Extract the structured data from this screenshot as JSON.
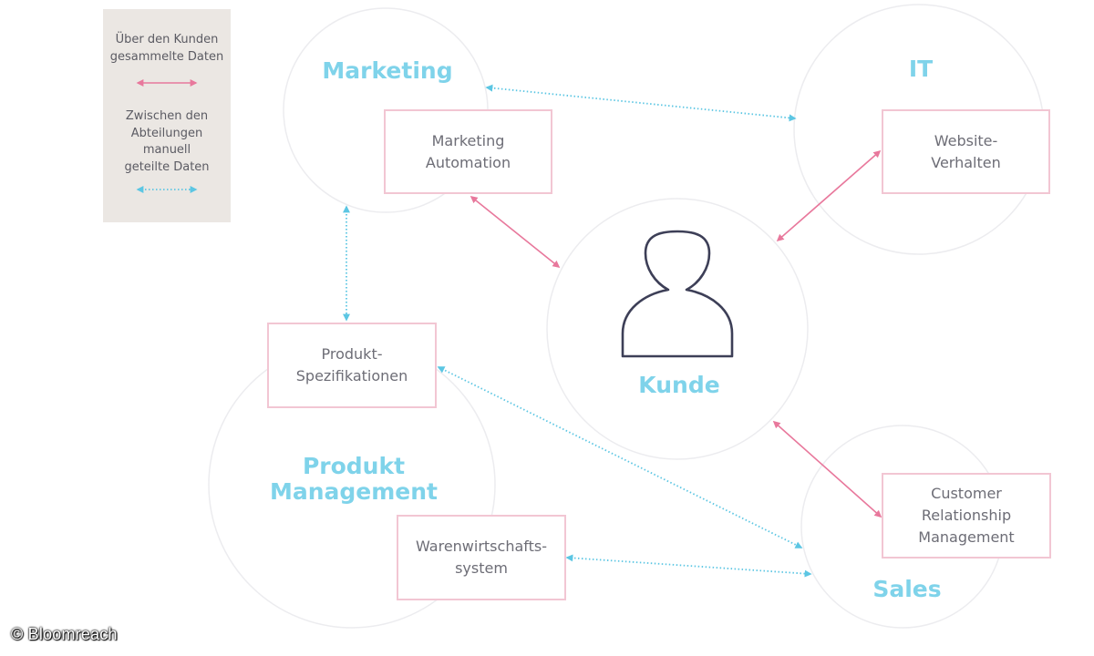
{
  "legend": {
    "collected_label": "Über den Kunden\ngesammelte Daten",
    "shared_label": "Zwischen den\nAbteilungen\nmanuell\ngeteilte Daten",
    "collected_color": "#e8789c",
    "shared_color": "#5cc6e3"
  },
  "departments": {
    "marketing": "Marketing",
    "it": "IT",
    "produkt_management": "Produkt\nManagement",
    "sales": "Sales",
    "kunde": "Kunde"
  },
  "systems": {
    "marketing_automation": "Marketing\nAutomation",
    "website_verhalten": "Website-\nVerhalten",
    "produkt_spezifikationen": "Produkt-\nSpezifikationen",
    "warenwirtschaft": "Warenwirtschafts-\nsystem",
    "crm": "Customer\nRelationship\nManagement"
  },
  "credit": "© Bloomreach"
}
